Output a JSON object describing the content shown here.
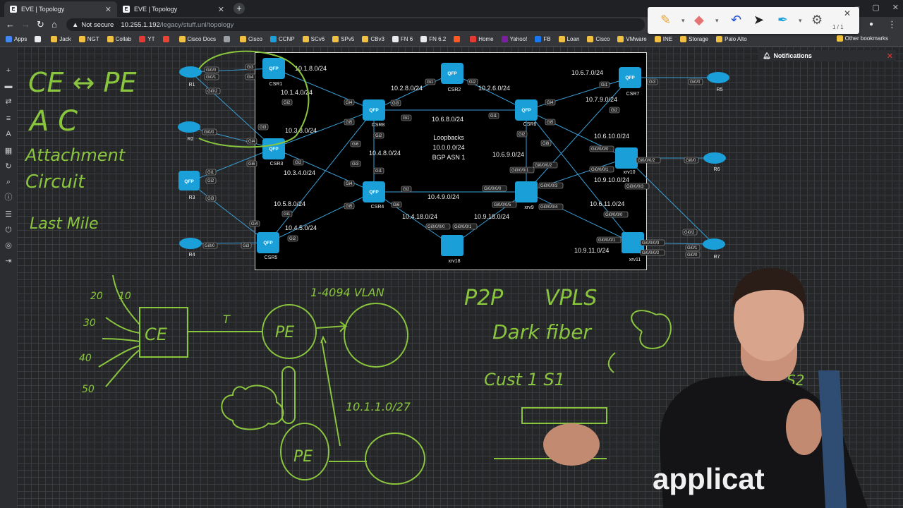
{
  "browser": {
    "tabs": [
      {
        "title": "EVE | Topology",
        "active": true
      },
      {
        "title": "EVE | Topology",
        "active": false
      }
    ],
    "security_label": "Not secure",
    "url_host": "10.255.1.192",
    "url_path": "/legacy/stuff.unl/topology",
    "bookmarks": [
      "Apps",
      "",
      "Jack",
      "NGT",
      "Collab",
      "YT",
      "",
      "Cisco Docs",
      "",
      "Cisco",
      "CCNP",
      "SCv6",
      "SPv5",
      "CBv3",
      "FN 6",
      "FN 6.2",
      "",
      "Home",
      "Yahoo!",
      "FB",
      "Loan",
      "Cisco",
      "VMware",
      "INE",
      "Storage",
      "Palo Alto"
    ],
    "other_bookmarks": "Other bookmarks"
  },
  "annotator": {
    "page_counter": "1 / 1"
  },
  "notifications": {
    "title": "Notifications"
  },
  "topology": {
    "loopbacks": [
      "Loopbacks",
      "10.0.0.0/24",
      "BGP ASN 1"
    ],
    "nodes": [
      "R1",
      "R2",
      "R3",
      "R4",
      "R5",
      "R6",
      "R7",
      "CSR1",
      "CSR2",
      "CSR3",
      "CSR4",
      "CSR5",
      "CSR6",
      "CSR7",
      "CSR8",
      "xrv9",
      "xrv10",
      "xrv11",
      "xrv18"
    ],
    "subnets": [
      "10.1.8.0/24",
      "10.1.4.0/24",
      "10.2.8.0/24",
      "10.2.6.0/24",
      "10.6.7.0/24",
      "10.7.9.0/24",
      "10.6.8.0/24",
      "10.3.8.0/24",
      "10.4.8.0/24",
      "10.3.4.0/24",
      "10.6.9.0/24",
      "10.6.10.0/24",
      "10.9.10.0/24",
      "10.4.9.0/24",
      "10.5.8.0/24",
      "10.4.5.0/24",
      "10.4.18.0/24",
      "10.9.18.0/24",
      "10.6.11.0/24",
      "10.9.11.0/24"
    ],
    "ports": [
      "Gi0/0",
      "Gi0/1",
      "Gi0/2",
      "Gi3",
      "Gi4",
      "Gi5",
      "Gi6",
      "Gi1",
      "Gi2",
      "Gi0/0/0/0",
      "Gi0/0/0/1",
      "Gi0/0/0/2",
      "Gi0/0/0/3",
      "Gi0/0/0/4",
      "Gi0/0/0/5"
    ]
  },
  "handwriting": {
    "ce_pe": "CE ↔ PE",
    "ac": "A C",
    "attachment": "Attachment",
    "circuit": "Circuit",
    "last_mile": "Last Mile",
    "vlan_range": "1-4094 VLAN",
    "p2p": "P2P",
    "vpls": "VPLS",
    "darkfiber": "Dark fiber",
    "cust": "Cust 1   S1",
    "s2": "1 S2",
    "ce": "CE",
    "pe": "PE",
    "t": "T",
    "subnet": "10.1.1.0/27",
    "nums": [
      "20",
      "10",
      "30",
      "40",
      "50"
    ]
  },
  "presenter": {
    "shirt_text": "applicat"
  },
  "colors": {
    "ink": "#8ac53e",
    "router": "#1a9fd9",
    "canvas": "#252628"
  }
}
